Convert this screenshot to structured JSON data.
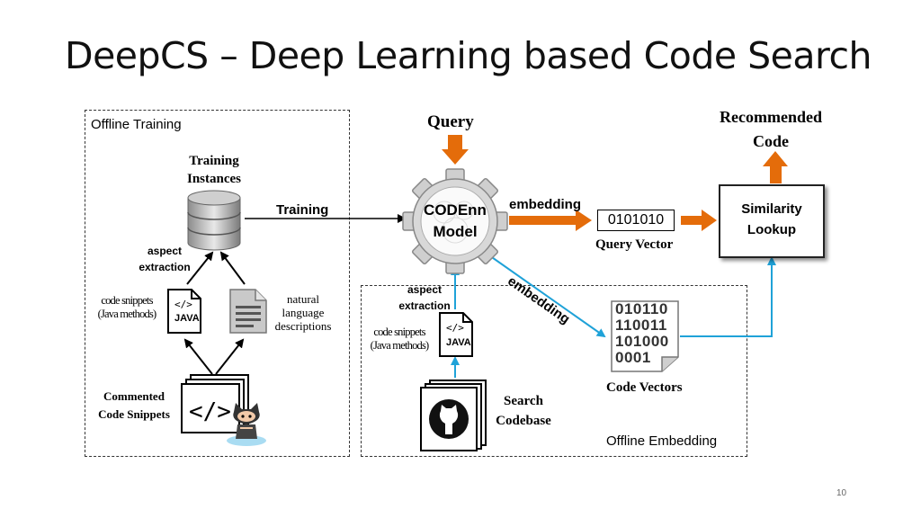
{
  "slide": {
    "title": "DeepCS – Deep Learning based Code Search",
    "page_number": "10"
  },
  "offline_training": {
    "label": "Offline Training",
    "training_instances": "Training Instances",
    "aspect_extraction": "aspect extraction",
    "code_snippets": "code snippets (Java methods)",
    "java_label": "JAVA",
    "natural_language": "natural language descriptions",
    "commented_snippets": "Commented Code Snippets",
    "training_arrow": "Training"
  },
  "model": {
    "query": "Query",
    "codenn_line1": "CODEnn",
    "codenn_line2": "Model",
    "embedding_top": "embedding",
    "embedding_diag": "embedding"
  },
  "query_vector": {
    "bits": "0101010",
    "label": "Query Vector"
  },
  "similarity": {
    "line1": "Similarity",
    "line2": "Lookup",
    "recommended_line1": "Recommended",
    "recommended_line2": "Code"
  },
  "offline_embedding": {
    "label": "Offline Embedding",
    "aspect_extraction": "aspect extraction",
    "code_snippets": "code snippets (Java methods)",
    "java_label": "JAVA",
    "search_codebase": "Search Codebase",
    "code_vectors_label": "Code Vectors",
    "code_vectors_bits": [
      "010110",
      "110011",
      "101000",
      "0001"
    ]
  },
  "colors": {
    "orange": "#e46c0a",
    "blue": "#1fa2d8",
    "black": "#000000"
  }
}
